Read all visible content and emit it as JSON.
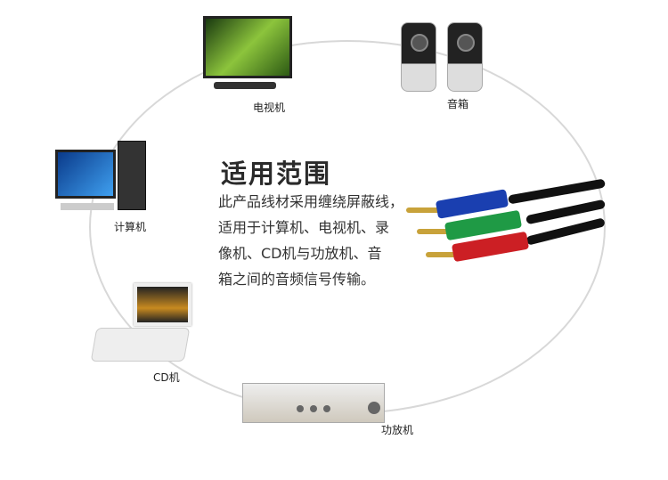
{
  "heading": "适用范围",
  "description": [
    "此产品线材采用缠绕屏蔽线，",
    "适用于计算机、电视机、录",
    "像机、CD机与功放机、音",
    "箱之间的音频信号传输。"
  ],
  "devices": {
    "tv": "电视机",
    "speakers": "音箱",
    "computer": "计算机",
    "cd": "CD机",
    "amplifier": "功放机"
  },
  "plug_colors": [
    "#1a3fb0",
    "#1f9a45",
    "#cc1f24"
  ]
}
